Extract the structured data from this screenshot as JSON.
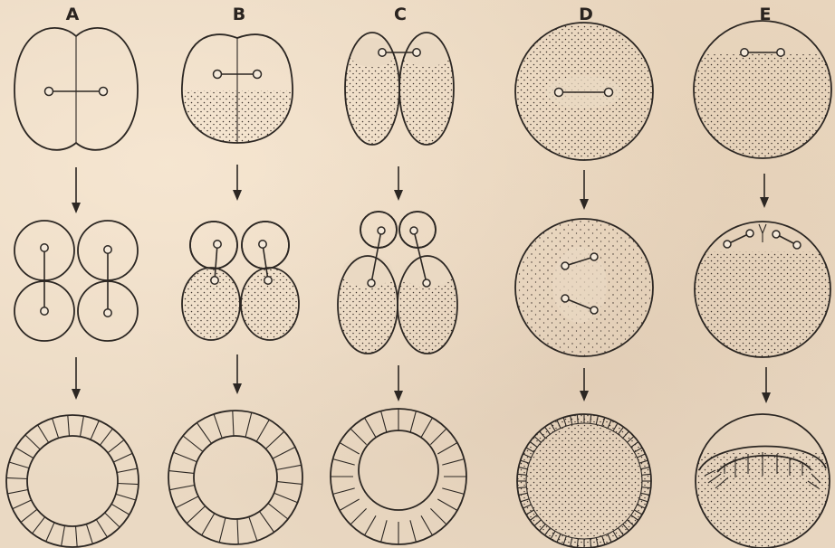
{
  "columns": [
    {
      "id": "A",
      "label": "A"
    },
    {
      "id": "B",
      "label": "B"
    },
    {
      "id": "C",
      "label": "C"
    },
    {
      "id": "D",
      "label": "D"
    },
    {
      "id": "E",
      "label": "E"
    }
  ],
  "colors": {
    "paper": "#ead9c3",
    "ink": "#2c2723",
    "yolk_dots": "#3a302a"
  }
}
